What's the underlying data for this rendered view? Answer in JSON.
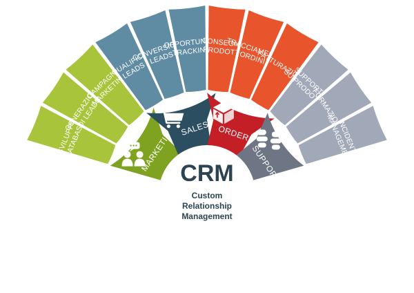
{
  "colors": {
    "marketing_outer": "#a8c43a",
    "marketing_mid": "#7fa221",
    "sales_outer": "#5f8ba3",
    "sales_mid": "#2c4e61",
    "orders_outer": "#e8552c",
    "orders_mid": "#c41f26",
    "support_outer": "#a1a8b8",
    "support_mid": "#6e7686",
    "center_text": "#2c4452"
  },
  "center": {
    "title": "CRM",
    "subtitle_lines": [
      "Custom",
      "Relationship",
      "Management"
    ]
  },
  "sections": [
    {
      "name": "marketing",
      "label": "MARKETING",
      "icon": "people-chat-icon",
      "items": [
        {
          "lines": [
            "SVILUPPO",
            "DATABASE"
          ]
        },
        {
          "lines": [
            "GENERAZIONE",
            "DI LEADS"
          ]
        },
        {
          "lines": [
            "CAMPAGNE",
            "MARKETING"
          ]
        }
      ]
    },
    {
      "name": "sales",
      "label": "SALES",
      "icon": "shopping-cart-icon",
      "items": [
        {
          "lines": [
            "QUALIFICA",
            "LEADS"
          ]
        },
        {
          "lines": [
            "CONVERSIONE",
            "LEADS"
          ]
        },
        {
          "lines": [
            "OPPORTUNITY",
            "TRACKING"
          ]
        }
      ]
    },
    {
      "name": "orders",
      "label": "ORDERS",
      "icon": "package-box-icon",
      "items": [
        {
          "lines": [
            "CONSEGNA",
            "PRODOTTI"
          ]
        },
        {
          "lines": [
            "TRACCIAMENTO",
            "ORDINI"
          ]
        },
        {
          "lines": [
            "FATTURAZIONE"
          ]
        }
      ]
    },
    {
      "name": "support",
      "label": "SUPPORT",
      "icon": "helping-hands-icon",
      "items": [
        {
          "lines": [
            "SUPPORTO",
            "SU PRODOTTO"
          ]
        },
        {
          "lines": [
            "FORMAZIONE"
          ]
        },
        {
          "lines": [
            "INCIDENT",
            "MANAGEMENT"
          ]
        }
      ]
    }
  ]
}
